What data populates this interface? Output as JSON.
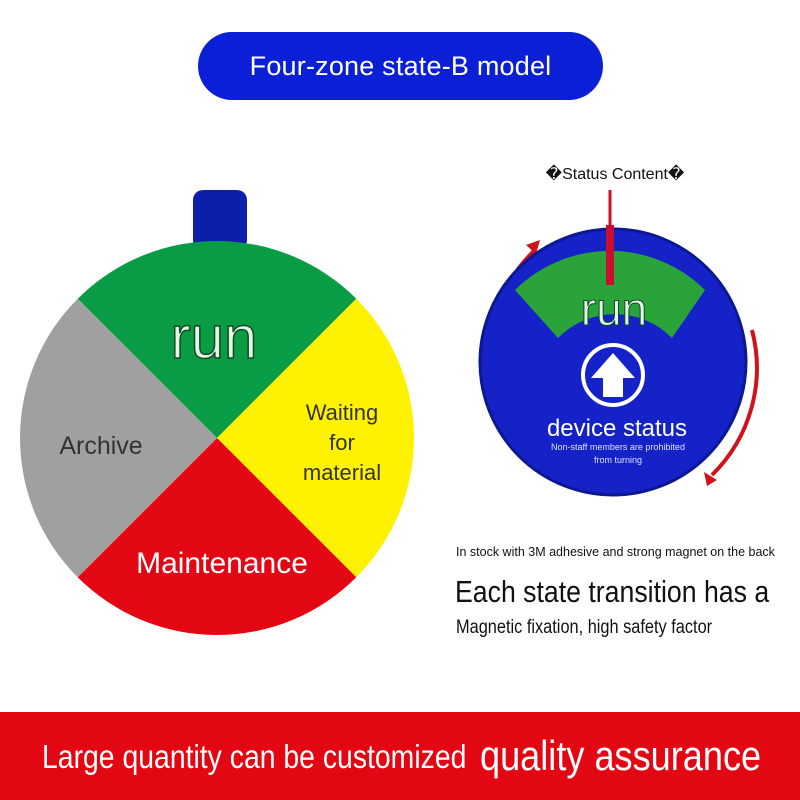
{
  "header": {
    "title": "Four-zone state-B model"
  },
  "wheel": {
    "zones": {
      "run": "run",
      "waiting": [
        "Waiting",
        "for",
        "material"
      ],
      "maintenance": "Maintenance",
      "archive": "Archive"
    },
    "colors": {
      "run": "#0a9b45",
      "waiting": "#fff200",
      "maintenance": "#e30613",
      "archive": "#a0a0a0",
      "tab": "#0b1fa8"
    }
  },
  "device": {
    "status_label": "�Status Content�",
    "window_text": "run",
    "title": "device status",
    "notice_line1": "Non-staff members are prohibited",
    "notice_line2": "from turning",
    "colors": {
      "disc": "#1422c8",
      "window": "#2aa33a",
      "arrow": "#d0121b",
      "pointer": "#c8102e"
    },
    "icon": "up-arrow-icon"
  },
  "features": {
    "stock_note": "In stock with 3M adhesive and strong magnet on the back",
    "headline": "Each state transition has a",
    "subline": "Magnetic fixation, high safety factor"
  },
  "footer": {
    "left": "Large quantity can be customized",
    "right": "quality assurance",
    "color": "#e30613"
  }
}
